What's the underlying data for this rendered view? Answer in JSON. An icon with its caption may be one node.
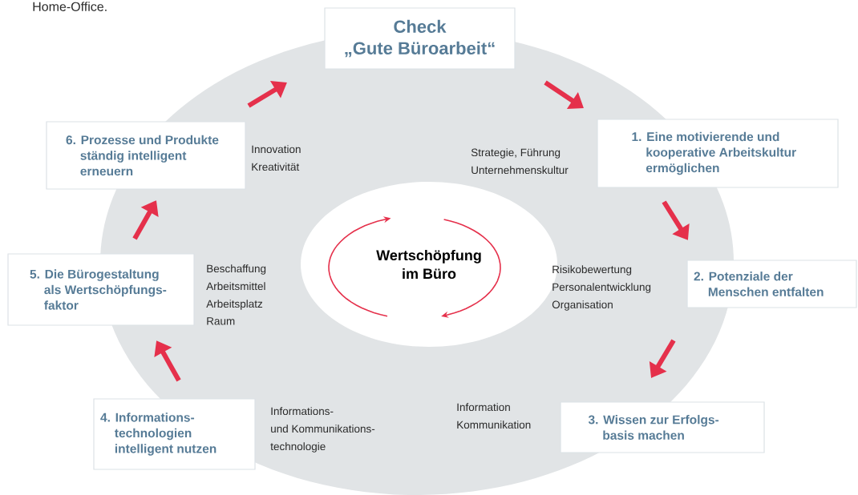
{
  "diagram": {
    "nodes": [
      {
        "text": [
          "Check",
          "„Gute Büroarbeit“"
        ]
      },
      {
        "text": [
          "1. Eine motivierende und kooperative Arbeitskultur ermöglichen"
        ]
      },
      {
        "text": [
          "2. Potenziale der Menschen entfalten"
        ]
      },
      {
        "text": [
          "3. Wissen zur Erfolgs- basis machen"
        ]
      },
      {
        "text": [
          "4. Informations- technologien intelligent nutzen"
        ]
      },
      {
        "text": [
          "5. Die Bürogestaltung als Wertschöpfungs- faktor"
        ]
      },
      {
        "text": [
          "6. Prozesse und Produkte ständig intelligent erneuern"
        ]
      },
      {
        "text": [
          "Wertschöpfung im Büro"
        ]
      }
    ],
    "edges": [
      {
        "from": 6,
        "to": 0,
        "arrow": "to"
      },
      {
        "from": 0,
        "to": 1,
        "arrow": "to"
      },
      {
        "from": 1,
        "to": 2,
        "arrow": "to"
      },
      {
        "from": 2,
        "to": 3,
        "arrow": "to"
      },
      {
        "from": 4,
        "to": 5,
        "arrow": "to"
      },
      {
        "from": 5,
        "to": 6,
        "arrow": "to"
      }
    ],
    "labels": [
      "Home-Office.",
      "Innovation",
      "Kreativität",
      "Strategie, Führung",
      "Unternehmenskultur",
      "Risikobewertung",
      "Personalentwicklung",
      "Organisation",
      "Beschaffung",
      "Arbeitsmittel",
      "Arbeitsplatz",
      "Raum",
      "Informations-",
      "und Kommunikations-",
      "technologie",
      "Information",
      "Kommunikation"
    ]
  }
}
